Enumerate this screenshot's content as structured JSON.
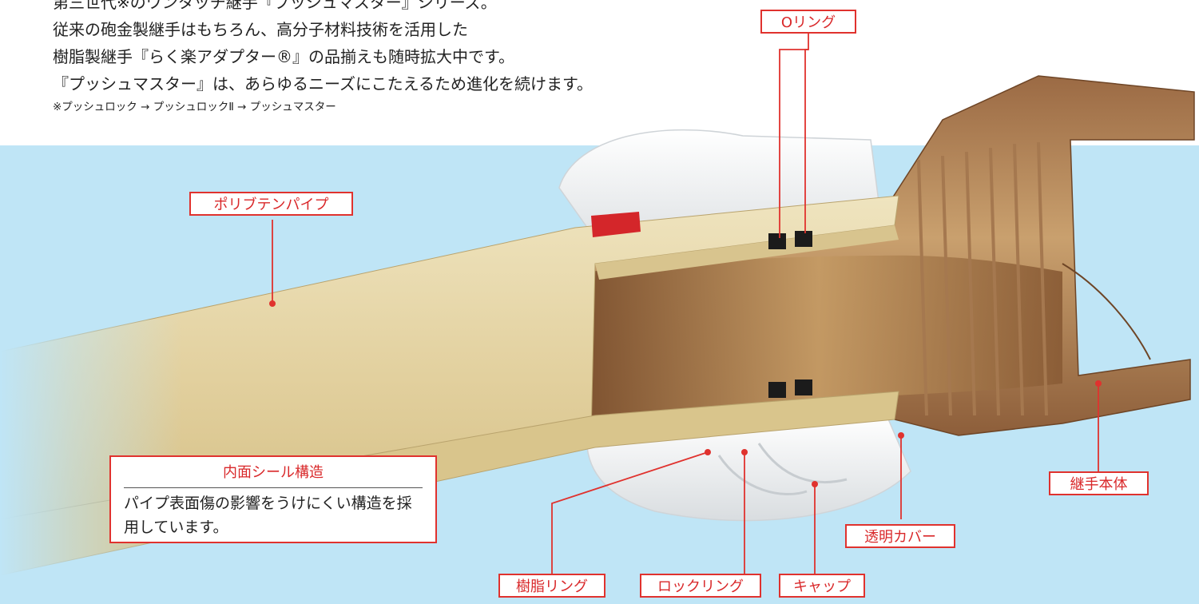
{
  "intro": {
    "lines": [
      "第三世代※のワンタッチ継手『プッシュマスター』シリーズ。",
      "従来の砲金製継手はもちろん、高分子材料技術を活用した",
      "樹脂製継手『らく楽アダプター®』の品揃えも随時拡大中です。",
      "『プッシュマスター』は、あらゆるニーズにこたえるため進化を続けます。"
    ],
    "note": "※プッシュロック → プッシュロックⅡ → プッシュマスター"
  },
  "labels": {
    "o_ring": "Oリング",
    "pipe": "ポリブテンパイプ",
    "body": "継手本体",
    "cover": "透明カバー",
    "resin_ring": "樹脂リング",
    "lock_ring": "ロックリング",
    "cap": "キャップ"
  },
  "seal_box": {
    "title": "内面シール構造",
    "body": "パイプ表面傷の影響をうけにくい構造を採用しています。"
  },
  "colors": {
    "accent_red": "#e0322e",
    "background_blue": "#bfe5f6",
    "pipe_cream": "#e4d5a4",
    "brass": "#b98558"
  }
}
